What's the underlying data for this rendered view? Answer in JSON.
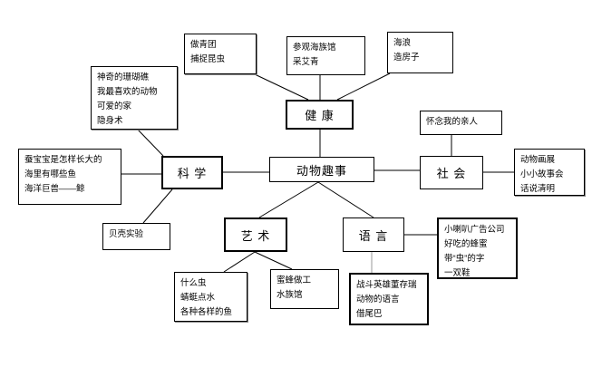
{
  "diagram": {
    "hubs": {
      "center": "动物趣事",
      "kexue": "科 学",
      "jiankang": "健 康",
      "shehui": "社 会",
      "yishu": "艺 术",
      "yuyan": "语 言"
    },
    "leaves": {
      "qingtuan": [
        "做青团",
        "捕捉昆虫"
      ],
      "haizuguan": [
        "参观海族馆",
        "采艾青"
      ],
      "hailang": [
        "海浪",
        "造房子"
      ],
      "shanhu": [
        "神奇的珊瑚礁",
        "我最喜欢的动物",
        "可爱的家",
        "隐身术"
      ],
      "canbaobao": [
        "蚕宝宝是怎样长大的",
        "海里有哪些鱼",
        "海洋巨兽——鲸"
      ],
      "beike": [
        "贝壳实验"
      ],
      "huainian": [
        "怀念我的亲人"
      ],
      "huazhan": [
        "动物画展",
        "小小故事会",
        "话说清明"
      ],
      "shenmechong": [
        "什么虫",
        "蜻蜓点水",
        "各种各样的鱼"
      ],
      "mifeng": [
        "蜜蜂做工",
        "水族馆"
      ],
      "zhandou": [
        "战斗英雄董存瑞",
        "动物的语言",
        "借尾巴"
      ],
      "xiaolaba": [
        "小喇叭广告公司",
        "好吃的蜂蜜",
        "带“虫”的字",
        "一双鞋"
      ]
    },
    "line_color": "#000000",
    "accent_gray": "#999999"
  }
}
